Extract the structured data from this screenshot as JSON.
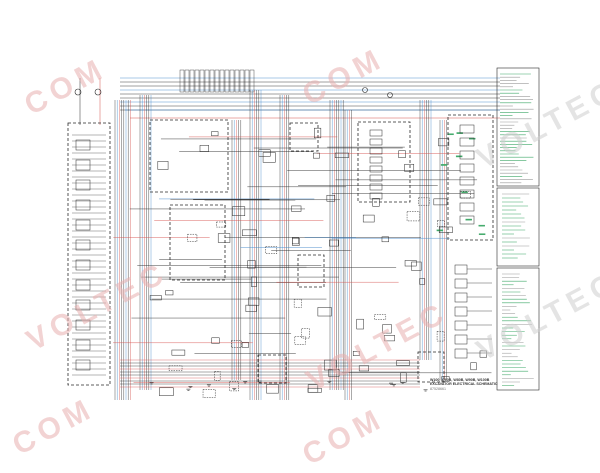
{
  "watermarks": [
    "COM",
    "COM",
    "VOLTEC",
    "VOLTEC",
    "VOLTEC",
    "VOLTEC",
    "COM",
    "COM"
  ],
  "title_block": {
    "line1": "W100, W60B, W80B, W90B, W100B",
    "line2": "EXCAVATOR ELECTRICAL SCHEMATIC",
    "line3": "87528661"
  },
  "colors": {
    "wire_dark": "#2a2a2a",
    "wire_blue": "#3f86c9",
    "wire_red": "#d6524f",
    "wire_green": "#3fa868",
    "watermark": "#e9b0b0"
  }
}
